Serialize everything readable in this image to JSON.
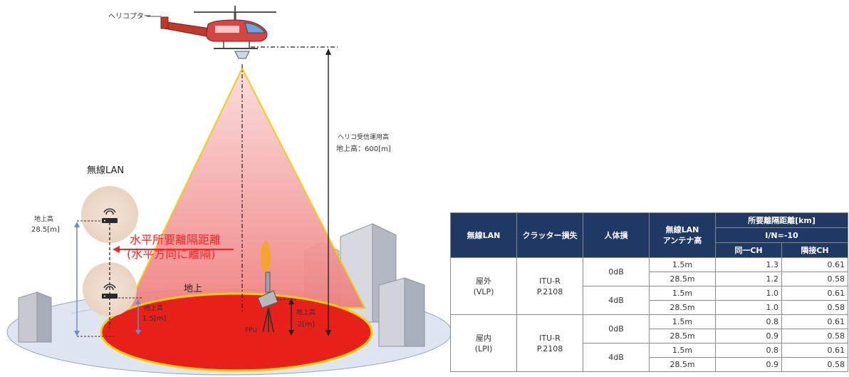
{
  "diagram": {
    "helicopter_label": "ヘリコプター",
    "altitude_label_1": "ヘリコ受信運用高",
    "altitude_label_2": "地上高：600[m]",
    "wlan_title": "無線LAN",
    "wlan_height_label_1": "地上高",
    "wlan_height_label_2": "28.5[m]",
    "horizontal_distance_1": "水平所要離隔距離",
    "horizontal_distance_2": "(水平方向に離隔)",
    "ground_label": "地上",
    "low_height_label_1": "地上高",
    "low_height_label_2": "1.5[m]",
    "fpu_height_label_1": "地上高",
    "fpu_height_label_2": "2[m]",
    "fpu_label": "FPU",
    "colors": {
      "beam": "#f08080",
      "ground_zone": "#e8201a",
      "ground_zone_edge": "#f5d000",
      "distance_text": "#ff2020",
      "table_header": "#1f3864"
    }
  },
  "table": {
    "headers": {
      "wlan": "無線LAN",
      "clutter": "クラッター損失",
      "body": "人体損",
      "antenna_1": "無線LAN",
      "antenna_2": "アンテナ高",
      "distance": "所要離隔距離[km]",
      "ratio": "I/N=-10",
      "same_ch": "同一CH",
      "adjacent_ch": "隣接CH"
    },
    "rows": [
      {
        "wlan_1": "屋外",
        "wlan_2": "(VLP)",
        "clutter_1": "ITU-R",
        "clutter_2": "P.2108",
        "loss": [
          {
            "body": "0dB",
            "heights": [
              {
                "h": "1.5m",
                "same": "1.3",
                "adj": "0.61"
              },
              {
                "h": "28.5m",
                "same": "1.2",
                "adj": "0.58"
              }
            ]
          },
          {
            "body": "4dB",
            "heights": [
              {
                "h": "1.5m",
                "same": "1.0",
                "adj": "0.61"
              },
              {
                "h": "28.5m",
                "same": "1.0",
                "adj": "0.58"
              }
            ]
          }
        ]
      },
      {
        "wlan_1": "屋内",
        "wlan_2": "(LPI)",
        "clutter_1": "ITU-R",
        "clutter_2": "P.2108",
        "loss": [
          {
            "body": "0dB",
            "heights": [
              {
                "h": "1.5m",
                "same": "0.8",
                "adj": "0.61"
              },
              {
                "h": "28.5m",
                "same": "0.9",
                "adj": "0.58"
              }
            ]
          },
          {
            "body": "4dB",
            "heights": [
              {
                "h": "1.5m",
                "same": "0.8",
                "adj": "0.61"
              },
              {
                "h": "28.5m",
                "same": "0.9",
                "adj": "0.58"
              }
            ]
          }
        ]
      }
    ]
  }
}
